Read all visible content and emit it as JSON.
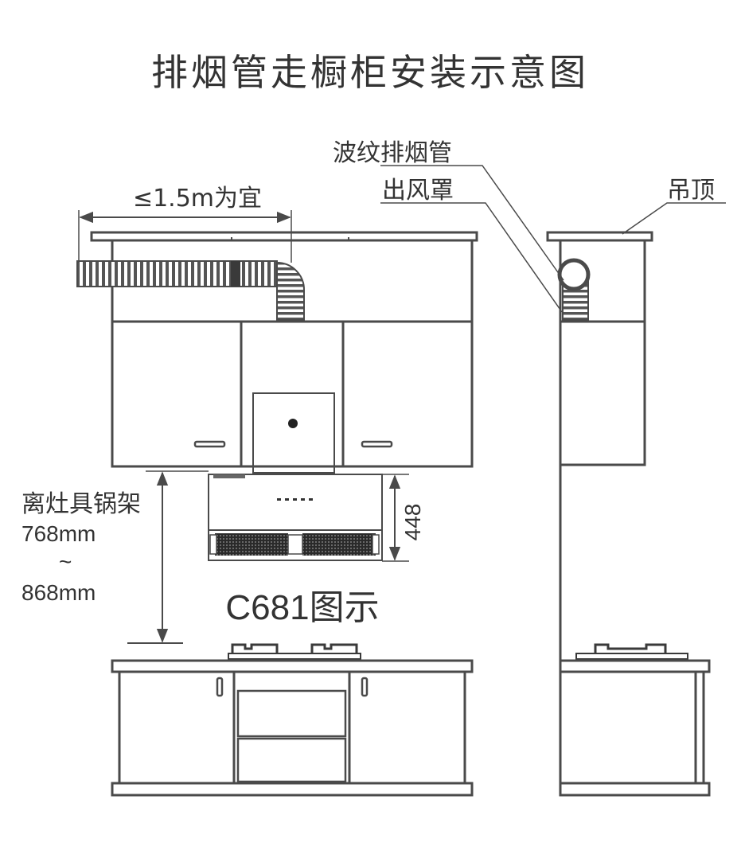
{
  "title": "排烟管走橱柜安装示意图",
  "labels": {
    "duct_length": "≤1.5m为宜",
    "corrugated_duct": "波纹排烟管",
    "air_outlet_cover": "出风罩",
    "ceiling": "吊顶",
    "distance_label": "离灶具锅架",
    "distance_min": "768mm",
    "distance_sep": "~",
    "distance_max": "868mm",
    "hood_height": "448",
    "model_caption": "C681图示"
  },
  "colors": {
    "line": "#4a4a4a",
    "text": "#333333",
    "background": "#ffffff"
  }
}
